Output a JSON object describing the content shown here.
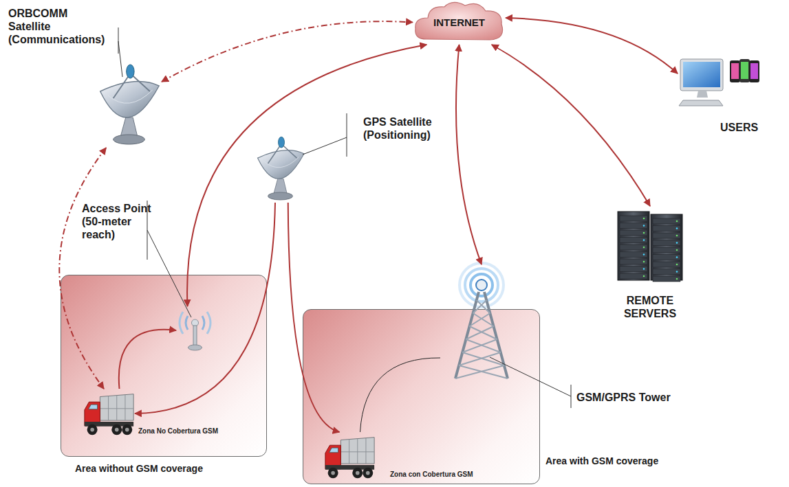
{
  "diagram": {
    "nodes": [
      {
        "text": [
          "ORBCOMM Satellite (Communications)"
        ]
      },
      {
        "text": [
          "INTERNET"
        ]
      },
      {
        "text": [
          "USERS"
        ]
      },
      {
        "text": [
          "GPS Satellite (Positioning)"
        ]
      },
      {
        "text": [
          "REMOTE SERVERS"
        ]
      },
      {
        "text": [
          "Area without GSM coverage"
        ]
      },
      {
        "text": [
          "Access Point (50-meter reach)"
        ],
        "in": 5
      },
      {
        "text": [
          "Zona No Cobertura GSM"
        ],
        "in": 5
      },
      {
        "text": [
          "Area with GSM coverage"
        ]
      },
      {
        "text": [
          "Zona con Cobertura GSM"
        ],
        "in": 8
      },
      {
        "text": [
          "GSM/GPRS Tower"
        ]
      }
    ],
    "edges": [
      {
        "from": 0,
        "to": 1,
        "arrow": "both"
      },
      {
        "from": 0,
        "to": 7,
        "arrow": "both"
      },
      {
        "from": 1,
        "to": 6,
        "arrow": "both"
      },
      {
        "from": 1,
        "to": 2,
        "arrow": "both"
      },
      {
        "from": 1,
        "to": 4,
        "arrow": "both"
      },
      {
        "from": 1,
        "to": 10,
        "arrow": "both"
      },
      {
        "from": 7,
        "to": 6,
        "arrow": "to"
      },
      {
        "from": 3,
        "to": 7,
        "arrow": "to"
      },
      {
        "from": 3,
        "to": 9,
        "arrow": "to"
      },
      {
        "from": 9,
        "to": 10,
        "arrow": "none"
      }
    ]
  }
}
